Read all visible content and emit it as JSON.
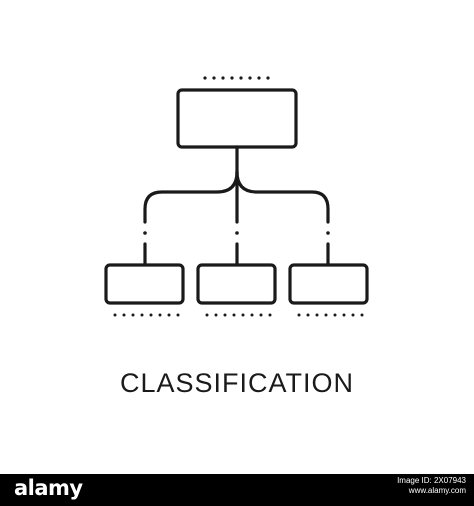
{
  "caption": "CLASSIFICATION",
  "colors": {
    "stroke": "#1a1a1a",
    "background": "#ffffff",
    "bar": "#000000",
    "bar_text": "#ffffff"
  },
  "diagram": {
    "nodes": [
      {
        "id": "root",
        "level": 0
      },
      {
        "id": "child-left",
        "level": 1,
        "parent": "root"
      },
      {
        "id": "child-middle",
        "level": 1,
        "parent": "root"
      },
      {
        "id": "child-right",
        "level": 1,
        "parent": "root"
      }
    ]
  },
  "watermark": {
    "brand": "alamy",
    "image_id_label": "Image ID: 2X07943",
    "site": "www.alamy.com"
  }
}
